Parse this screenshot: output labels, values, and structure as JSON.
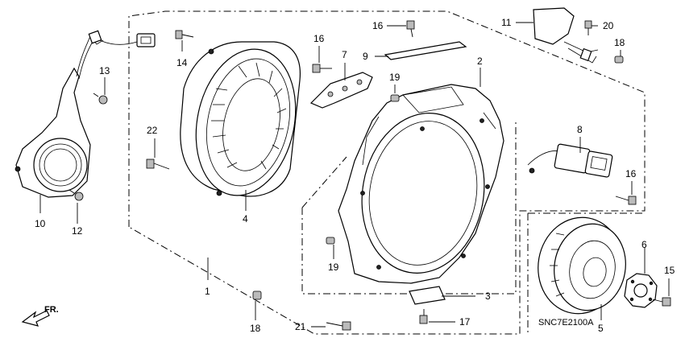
{
  "diagram_code": "SNC7E2100A",
  "direction_label": "FR.",
  "callouts": {
    "c1": "1",
    "c2": "2",
    "c3": "3",
    "c4": "4",
    "c5": "5",
    "c6": "6",
    "c7": "7",
    "c8": "8",
    "c9": "9",
    "c10": "10",
    "c11": "11",
    "c12": "12",
    "c13": "13",
    "c14": "14",
    "c15": "15",
    "c16a": "16",
    "c16b": "16",
    "c16c": "16",
    "c17": "17",
    "c18a": "18",
    "c18b": "18",
    "c19a": "19",
    "c19b": "19",
    "c20": "20",
    "c21": "21",
    "c22": "22"
  }
}
